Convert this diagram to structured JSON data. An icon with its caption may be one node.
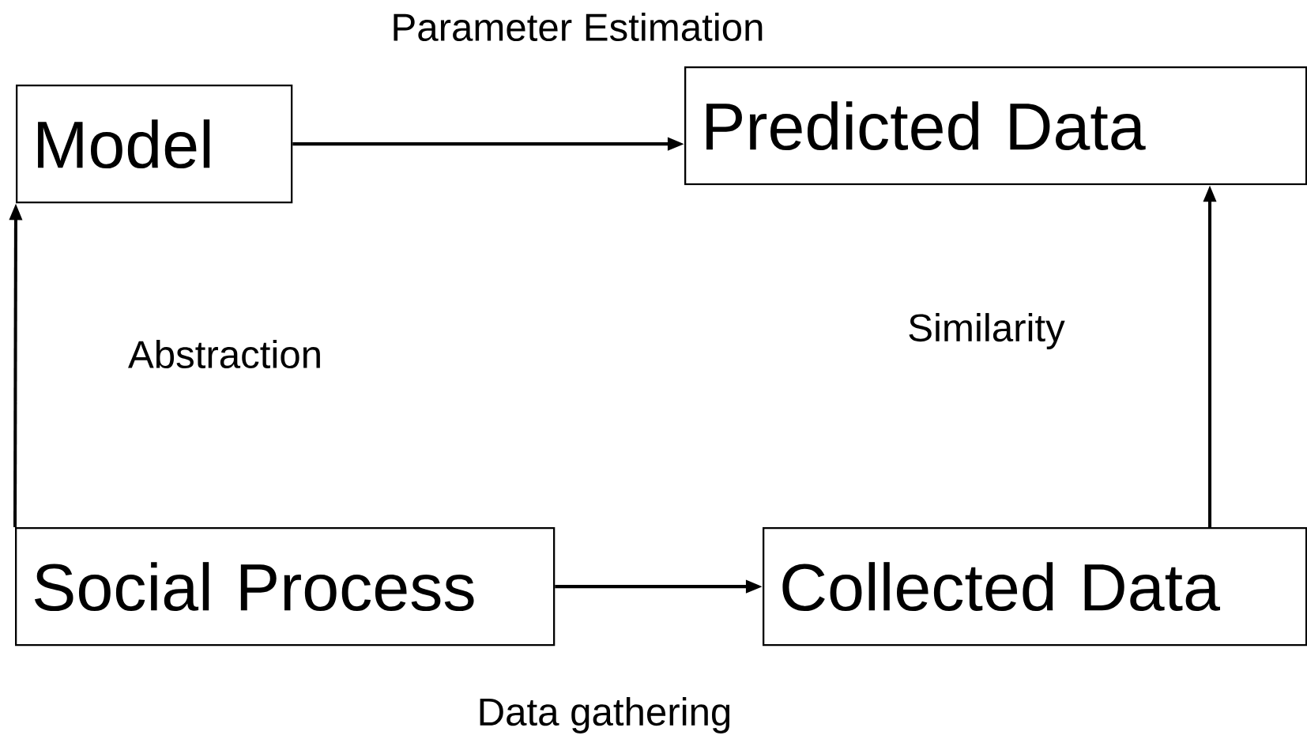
{
  "diagram": {
    "nodes": [
      {
        "text": [
          "Model"
        ]
      },
      {
        "text": [
          "Predicted Data"
        ]
      },
      {
        "text": [
          "Social Process"
        ]
      },
      {
        "text": [
          "Collected Data"
        ]
      }
    ],
    "edges": [
      {
        "from": 0,
        "to": 1,
        "arrow": "to",
        "label": "Parameter Estimation"
      },
      {
        "from": 2,
        "to": 0,
        "arrow": "to",
        "label": "Abstraction"
      },
      {
        "from": 2,
        "to": 3,
        "arrow": "to",
        "label": "Data gathering"
      },
      {
        "from": 3,
        "to": 1,
        "arrow": "to",
        "label": "Similarity"
      }
    ]
  }
}
